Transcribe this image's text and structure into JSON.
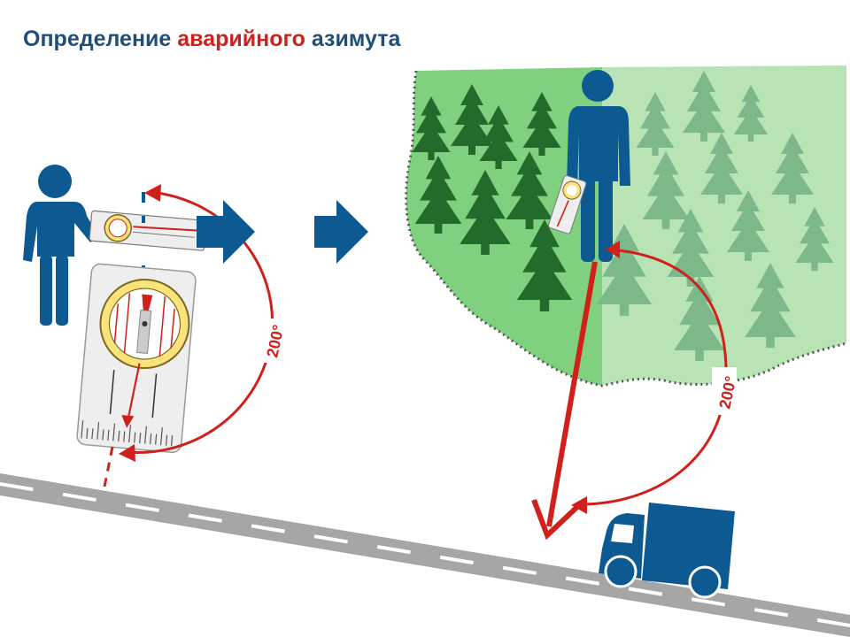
{
  "title": {
    "part1": "Определение ",
    "accent": "аварийного",
    "part2": " азимута"
  },
  "labels": {
    "angle_left": "200°",
    "angle_right": "200°"
  },
  "colors": {
    "title_blue": "#1f4e79",
    "accent_red": "#d0201c",
    "figure_blue": "#0d5a93",
    "forest_dark": "#2e7d32",
    "forest_light": "#a5d6a7",
    "road_gray": "#a6a6a6"
  }
}
